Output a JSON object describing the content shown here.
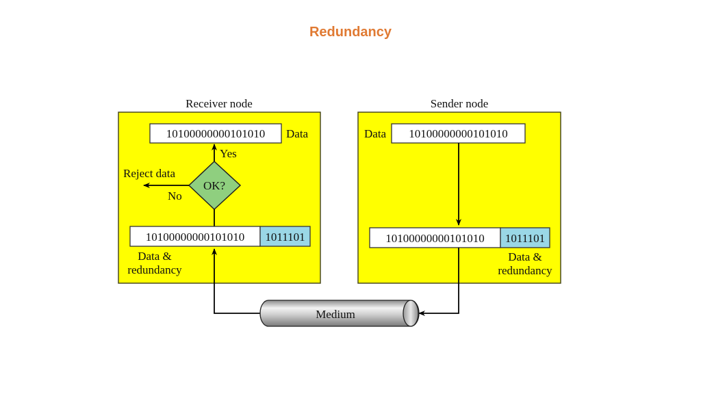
{
  "title": "Redundancy",
  "colors": {
    "title": "#e07a33",
    "node_fill": "#ffff00",
    "redundancy_fill": "#9ad7e6",
    "decision_fill": "#8fcf7f"
  },
  "receiver": {
    "label": "Receiver node",
    "data_box": "10100000000101010",
    "data_label": "Data",
    "decision": "OK?",
    "yes_label": "Yes",
    "no_label": "No",
    "reject_label": "Reject data",
    "codeword_data": "10100000000101010",
    "codeword_redundancy": "1011101",
    "codeword_label_line1": "Data &",
    "codeword_label_line2": "redundancy"
  },
  "sender": {
    "label": "Sender node",
    "data_label": "Data",
    "data_box": "10100000000101010",
    "codeword_data": "10100000000101010",
    "codeword_redundancy": "1011101",
    "codeword_label_line1": "Data &",
    "codeword_label_line2": "redundancy"
  },
  "medium": {
    "label": "Medium"
  }
}
